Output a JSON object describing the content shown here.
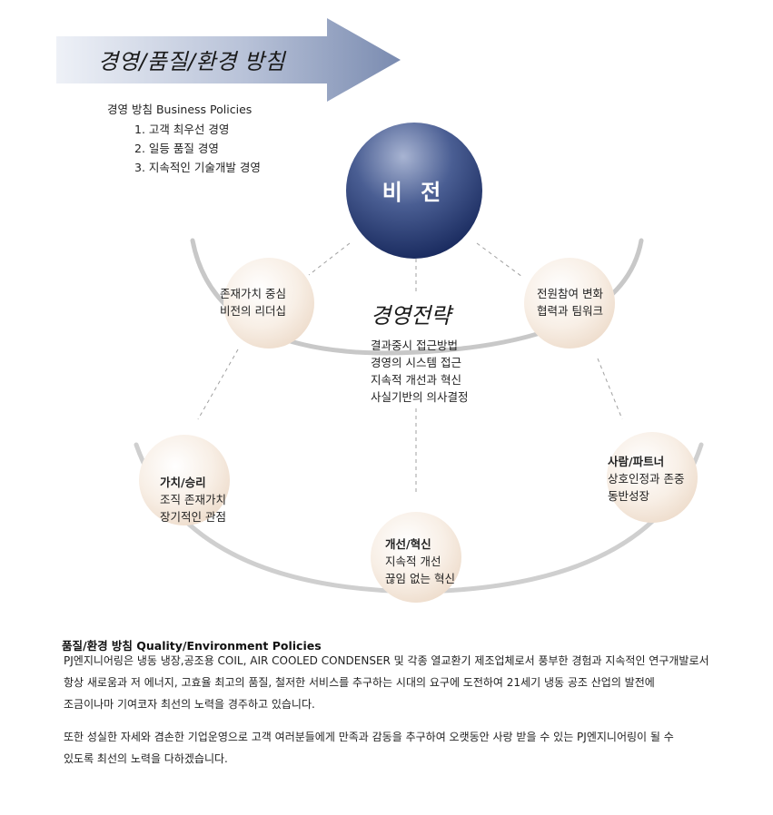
{
  "banner": {
    "title": "경영/품질/환경 방침"
  },
  "business_policies": {
    "heading": "경영 방침 Business Policies",
    "items": [
      "1. 고객 최우선 경영",
      "2. 일등 품질 경영",
      "3. 지속적인 기술개발 경영"
    ]
  },
  "vision": {
    "label": "비 전"
  },
  "strategy": {
    "title": "경영전략",
    "lines": [
      "결과중시 접근방법",
      "경영의 시스템 접근",
      "지속적 개선과 혁신",
      "사실기반의 의사결정"
    ]
  },
  "nodes": {
    "leadership": {
      "line1": "존재가치 중심",
      "line2": "비전의 리더십"
    },
    "participation": {
      "line1": "전원참여 변화",
      "line2": "협력과 팀워크"
    },
    "value": {
      "title": "가치/승리",
      "line1": "조직 존재가치",
      "line2": "장기적인 관점"
    },
    "partner": {
      "title": "사람/파트너",
      "line1": "상호인정과 존중",
      "line2": "동반성장"
    },
    "innovation": {
      "title": "개선/혁신",
      "line1": "지속적 개선",
      "line2": "끊임 없는 혁신"
    }
  },
  "quality_policies": {
    "heading": "품질/환경 방침 Quality/Environment Policies",
    "paragraph1": [
      "PJ엔지니어링은 냉동 냉장,공조용 COIL, AIR COOLED CONDENSER 및 각종 열교환기 제조업체로서 풍부한 경험과 지속적인 연구개발로서",
      "항상 새로움과 저 에너지, 고효율 최고의 품질, 철저한 서비스를 추구하는 시대의 요구에 도전하여 21세기 냉동 공조 산업의 발전에",
      "조금이나마 기여코자 최선의 노력을 경주하고 있습니다."
    ],
    "paragraph2": [
      "또한 성실한 자세와 겸손한 기업운영으로 고객 여러분들에게 만족과 감동을 추구하여 오랫동안 사랑 받을 수 있는 PJ엔지니어링이 될 수",
      "있도록 최선의 노력을 다하겠습니다."
    ]
  },
  "colors": {
    "arrow_light": "#e8ecf4",
    "arrow_dark": "#7f8fb2",
    "vision_light": "#8a9ac0",
    "vision_dark": "#1b2d63",
    "node_fill": "#f3e6da",
    "arc_gray": "#c8c8c8"
  }
}
